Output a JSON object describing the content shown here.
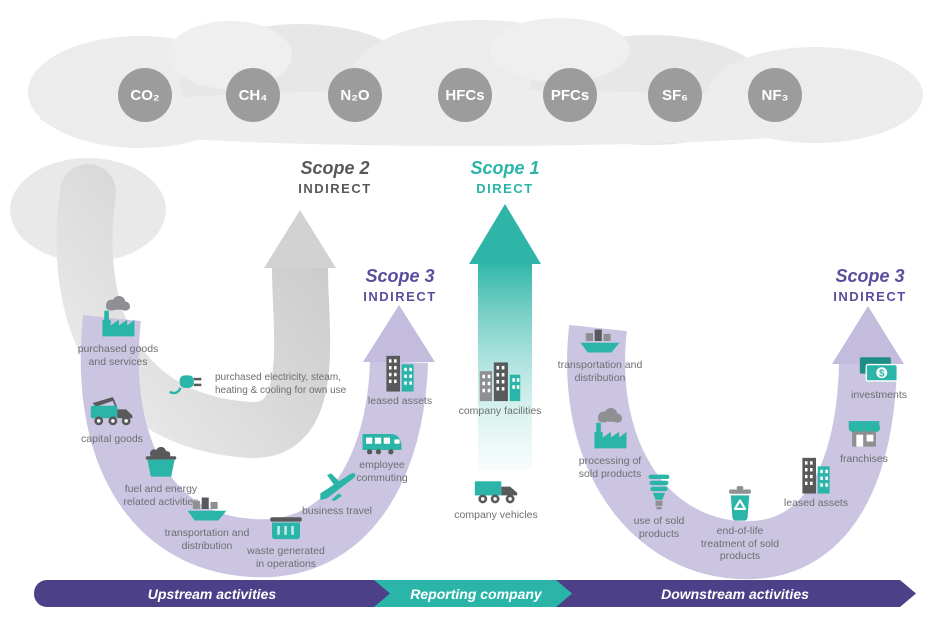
{
  "gases": [
    "CO₂",
    "CH₄",
    "N₂O",
    "HFCs",
    "PFCs",
    "SF₆",
    "NF₃"
  ],
  "scopes": {
    "scope2": {
      "title": "Scope 2",
      "subtitle": "INDIRECT"
    },
    "scope1": {
      "title": "Scope 1",
      "subtitle": "DIRECT"
    },
    "scope3_upstream": {
      "title": "Scope 3",
      "subtitle": "INDIRECT"
    },
    "scope3_downstream": {
      "title": "Scope 3",
      "subtitle": "INDIRECT"
    }
  },
  "upstream": {
    "title": "Upstream activities",
    "items": [
      {
        "label": "purchased goods and services",
        "icon": "factory-cloud"
      },
      {
        "label": "purchased electricity, steam, heating & cooling for own use",
        "icon": "plug"
      },
      {
        "label": "capital goods",
        "icon": "crane-truck"
      },
      {
        "label": "fuel and energy related activities",
        "icon": "coal-cart"
      },
      {
        "label": "transportation and distribution",
        "icon": "ship"
      },
      {
        "label": "waste generated in operations",
        "icon": "dumpster"
      },
      {
        "label": "business travel",
        "icon": "airplane"
      },
      {
        "label": "employee commuting",
        "icon": "train"
      },
      {
        "label": "leased assets",
        "icon": "building"
      }
    ]
  },
  "reporting": {
    "title": "Reporting company",
    "items": [
      {
        "label": "company facilities",
        "icon": "city-buildings"
      },
      {
        "label": "company vehicles",
        "icon": "truck"
      }
    ]
  },
  "downstream": {
    "title": "Downstream activities",
    "items": [
      {
        "label": "transportation and distribution",
        "icon": "ship"
      },
      {
        "label": "processing of sold products",
        "icon": "factory-cloud"
      },
      {
        "label": "use of sold products",
        "icon": "cfl-bulb"
      },
      {
        "label": "end-of-life treatment of sold products",
        "icon": "recycle-bin"
      },
      {
        "label": "leased assets",
        "icon": "building"
      },
      {
        "label": "franchises",
        "icon": "storefront"
      },
      {
        "label": "investments",
        "icon": "banknotes"
      }
    ]
  },
  "colors": {
    "purple": "#4c4189",
    "teal": "#2ab5a8",
    "arc_lavender": "#cbc5e2",
    "gas_gray": "#9c9c9c"
  }
}
